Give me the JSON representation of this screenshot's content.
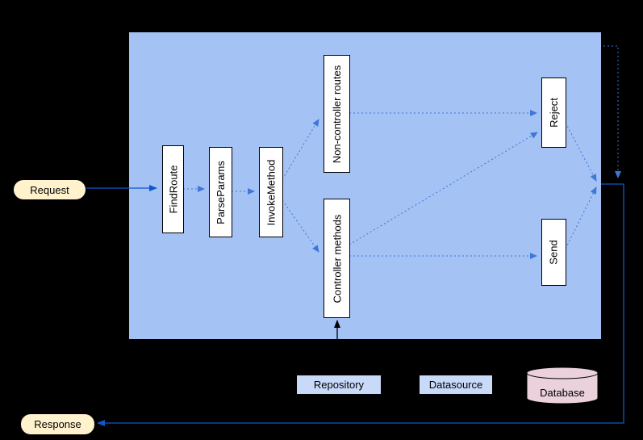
{
  "nodes": {
    "request": {
      "label": "Request",
      "type": "terminator"
    },
    "response": {
      "label": "Response",
      "type": "terminator"
    },
    "find_route": {
      "label": "FindRoute",
      "type": "process"
    },
    "parse_params": {
      "label": "ParseParams",
      "type": "process"
    },
    "invoke_method": {
      "label": "InvokeMethod",
      "type": "process"
    },
    "non_controller_routes": {
      "label": "Non-controller routes",
      "type": "process"
    },
    "controller_methods": {
      "label": "Controller methods",
      "type": "process"
    },
    "reject": {
      "label": "Reject",
      "type": "process"
    },
    "send": {
      "label": "Send",
      "type": "process"
    },
    "repository": {
      "label": "Repository",
      "type": "label-box"
    },
    "datasource": {
      "label": "Datasource",
      "type": "label-box"
    },
    "database": {
      "label": "Database",
      "type": "cylinder"
    }
  },
  "edges": [
    {
      "from": "request",
      "to": "find_route",
      "style": "solid-blue"
    },
    {
      "from": "find_route",
      "to": "parse_params",
      "style": "dotted-blue"
    },
    {
      "from": "parse_params",
      "to": "invoke_method",
      "style": "dotted-blue"
    },
    {
      "from": "invoke_method",
      "to": "non_controller_routes",
      "style": "dotted-blue"
    },
    {
      "from": "invoke_method",
      "to": "controller_methods",
      "style": "dotted-blue"
    },
    {
      "from": "non_controller_routes",
      "to": "reject",
      "style": "dotted-blue"
    },
    {
      "from": "controller_methods",
      "to": "send",
      "style": "dotted-blue"
    },
    {
      "from": "controller_methods",
      "to": "reject",
      "style": "dotted-blue"
    },
    {
      "from": "reject",
      "to": "join-point",
      "style": "dotted-blue"
    },
    {
      "from": "send",
      "to": "join-point",
      "style": "dotted-blue"
    },
    {
      "from": "region-top-right",
      "to": "join-point",
      "style": "dotted-blue"
    },
    {
      "from": "join-point",
      "to": "response",
      "style": "solid-blue"
    },
    {
      "from": "repository",
      "to": "controller_methods",
      "style": "solid-black"
    }
  ],
  "colors": {
    "background": "#000000",
    "region_fill": "#a4c2f4",
    "process_fill": "#ffffff",
    "terminator_fill": "#fff2cc",
    "label_box_fill": "#c9daf8",
    "database_fill": "#ead1dc",
    "solid_arrow": "#1155cc",
    "dotted_arrow": "#3c78d8",
    "black_arrow": "#000000"
  }
}
